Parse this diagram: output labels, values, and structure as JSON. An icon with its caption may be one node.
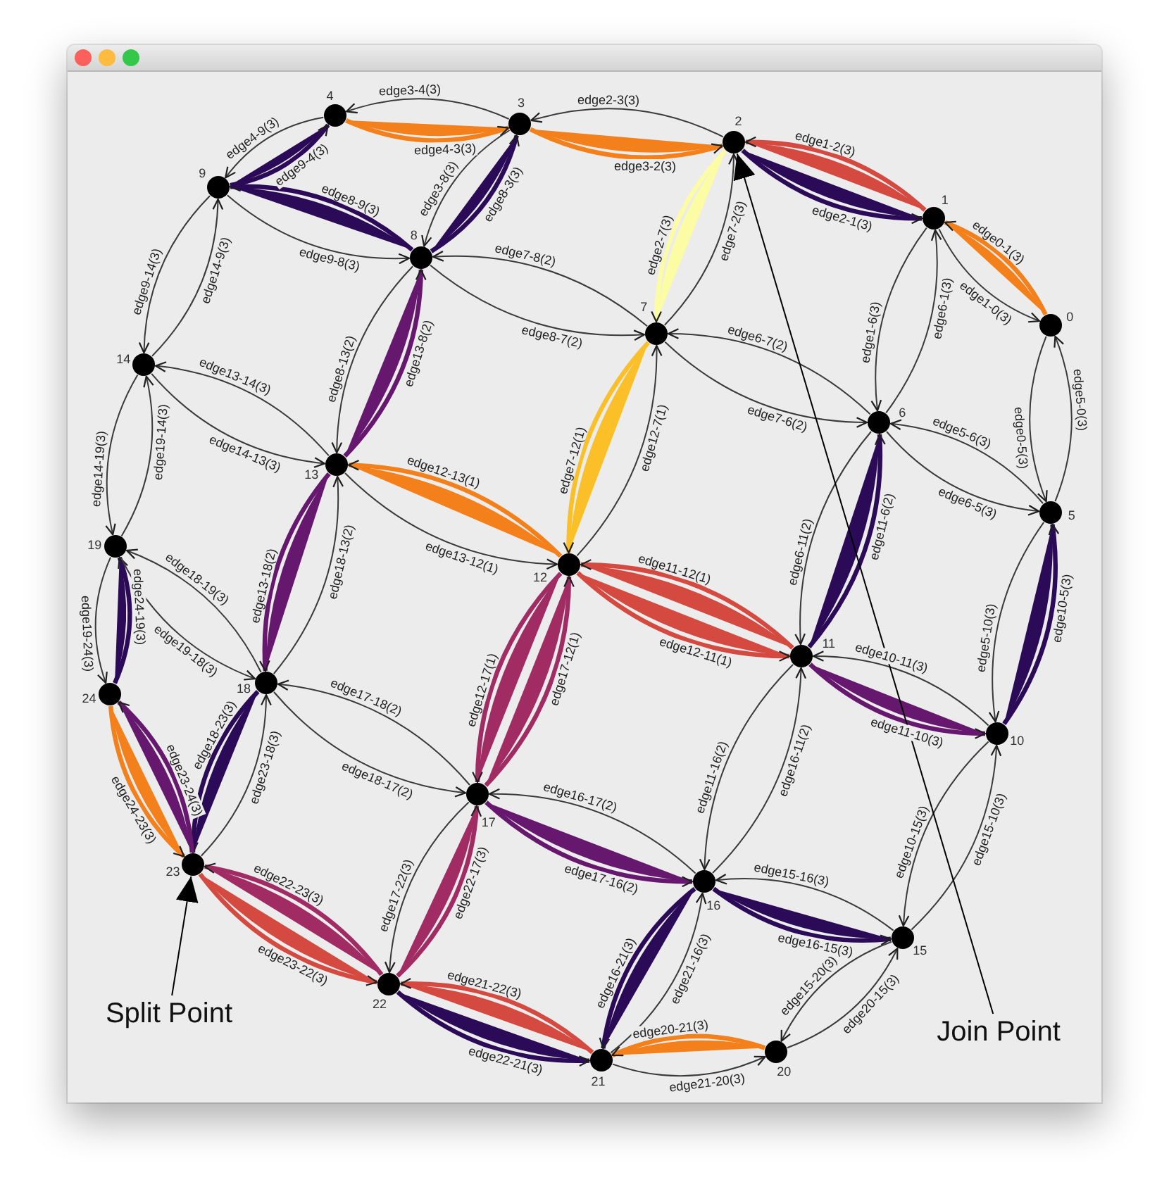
{
  "diagram": {
    "nodes": [
      {
        "text": [],
        "shape": "circle",
        "beside": [
          "0"
        ]
      },
      {
        "text": [],
        "shape": "circle",
        "beside": [
          "1"
        ]
      },
      {
        "text": [],
        "shape": "circle",
        "beside": [
          "2"
        ]
      },
      {
        "text": [],
        "shape": "circle",
        "beside": [
          "3"
        ]
      },
      {
        "text": [],
        "shape": "circle",
        "beside": [
          "4"
        ]
      },
      {
        "text": [],
        "shape": "circle",
        "beside": [
          "5"
        ]
      },
      {
        "text": [],
        "shape": "circle",
        "beside": [
          "6"
        ]
      },
      {
        "text": [],
        "shape": "circle",
        "beside": [
          "7"
        ]
      },
      {
        "text": [],
        "shape": "circle",
        "beside": [
          "8"
        ]
      },
      {
        "text": [],
        "shape": "circle",
        "beside": [
          "9"
        ]
      },
      {
        "text": [],
        "shape": "circle",
        "beside": [
          "10"
        ]
      },
      {
        "text": [],
        "shape": "circle",
        "beside": [
          "11"
        ]
      },
      {
        "text": [],
        "shape": "circle",
        "beside": [
          "12"
        ]
      },
      {
        "text": [],
        "shape": "circle",
        "beside": [
          "13"
        ]
      },
      {
        "text": [],
        "shape": "circle",
        "beside": [
          "14"
        ]
      },
      {
        "text": [],
        "shape": "circle",
        "beside": [
          "15"
        ]
      },
      {
        "text": [],
        "shape": "circle",
        "beside": [
          "16"
        ]
      },
      {
        "text": [],
        "shape": "circle",
        "beside": [
          "17"
        ]
      },
      {
        "text": [],
        "shape": "circle",
        "beside": [
          "18"
        ]
      },
      {
        "text": [],
        "shape": "circle",
        "beside": [
          "19"
        ]
      },
      {
        "text": [],
        "shape": "circle",
        "beside": [
          "20"
        ]
      },
      {
        "text": [],
        "shape": "circle",
        "beside": [
          "21"
        ]
      },
      {
        "text": [],
        "shape": "circle",
        "beside": [
          "22"
        ]
      },
      {
        "text": [],
        "shape": "circle",
        "beside": [
          "23"
        ]
      },
      {
        "text": [],
        "shape": "circle",
        "beside": [
          "24"
        ]
      },
      {
        "text": [
          "Split Point"
        ]
      },
      {
        "text": [
          "Join Point"
        ]
      }
    ],
    "edges": [
      {
        "from": 0,
        "to": 1,
        "arrow": "to",
        "label": "edge0-1(3)",
        "style": "thick",
        "color": "#f3801a"
      },
      {
        "from": 0,
        "to": 5,
        "arrow": "to",
        "label": "edge0-5(3)"
      },
      {
        "from": 1,
        "to": 0,
        "arrow": "to",
        "label": "edge1-0(3)"
      },
      {
        "from": 1,
        "to": 2,
        "arrow": "to",
        "label": "edge1-2(3)",
        "style": "thick",
        "color": "#d44a40"
      },
      {
        "from": 1,
        "to": 6,
        "arrow": "to",
        "label": "edge1-6(3)"
      },
      {
        "from": 2,
        "to": 1,
        "arrow": "to",
        "label": "edge2-1(3)",
        "style": "thick",
        "color": "#2b0b57"
      },
      {
        "from": 2,
        "to": 3,
        "arrow": "to",
        "label": "edge2-3(3)"
      },
      {
        "from": 2,
        "to": 7,
        "arrow": "to",
        "label": "edge2-7(3)",
        "style": "thick",
        "color": "#fbfca4"
      },
      {
        "from": 3,
        "to": 2,
        "arrow": "to",
        "label": "edge3-2(3)",
        "style": "thick",
        "color": "#f3801a"
      },
      {
        "from": 3,
        "to": 4,
        "arrow": "to",
        "label": "edge3-4(3)"
      },
      {
        "from": 3,
        "to": 8,
        "arrow": "to",
        "label": "edge3-8(3)"
      },
      {
        "from": 4,
        "to": 3,
        "arrow": "to",
        "label": "edge4-3(3)",
        "style": "thick",
        "color": "#f3801a"
      },
      {
        "from": 4,
        "to": 9,
        "arrow": "to",
        "label": "edge4-9(3)"
      },
      {
        "from": 5,
        "to": 0,
        "arrow": "to",
        "label": "edge5-0(3)"
      },
      {
        "from": 5,
        "to": 6,
        "arrow": "to",
        "label": "edge5-6(3)"
      },
      {
        "from": 5,
        "to": 10,
        "arrow": "to",
        "label": "edge5-10(3)"
      },
      {
        "from": 6,
        "to": 1,
        "arrow": "to",
        "label": "edge6-1(3)"
      },
      {
        "from": 6,
        "to": 5,
        "arrow": "to",
        "label": "edge6-5(3)"
      },
      {
        "from": 6,
        "to": 7,
        "arrow": "to",
        "label": "edge6-7(2)"
      },
      {
        "from": 6,
        "to": 11,
        "arrow": "to",
        "label": "edge6-11(2)"
      },
      {
        "from": 7,
        "to": 2,
        "arrow": "to",
        "label": "edge7-2(3)"
      },
      {
        "from": 7,
        "to": 6,
        "arrow": "to",
        "label": "edge7-6(2)"
      },
      {
        "from": 7,
        "to": 8,
        "arrow": "to",
        "label": "edge7-8(2)"
      },
      {
        "from": 7,
        "to": 12,
        "arrow": "to",
        "label": "edge7-12(1)",
        "style": "thick",
        "color": "#fbbf27"
      },
      {
        "from": 8,
        "to": 3,
        "arrow": "to",
        "label": "edge8-3(3)",
        "style": "thick",
        "color": "#2b0b57"
      },
      {
        "from": 8,
        "to": 7,
        "arrow": "to",
        "label": "edge8-7(2)"
      },
      {
        "from": 8,
        "to": 9,
        "arrow": "to",
        "label": "edge8-9(3)",
        "style": "thick",
        "color": "#2b0b57"
      },
      {
        "from": 8,
        "to": 13,
        "arrow": "to",
        "label": "edge8-13(2)"
      },
      {
        "from": 9,
        "to": 4,
        "arrow": "to",
        "label": "edge9-4(3)",
        "style": "thick",
        "color": "#2b0b57"
      },
      {
        "from": 9,
        "to": 8,
        "arrow": "to",
        "label": "edge9-8(3)"
      },
      {
        "from": 9,
        "to": 14,
        "arrow": "to",
        "label": "edge9-14(3)"
      },
      {
        "from": 10,
        "to": 5,
        "arrow": "to",
        "label": "edge10-5(3)",
        "style": "thick",
        "color": "#2b0b57"
      },
      {
        "from": 10,
        "to": 11,
        "arrow": "to",
        "label": "edge10-11(3)"
      },
      {
        "from": 10,
        "to": 15,
        "arrow": "to",
        "label": "edge10-15(3)"
      },
      {
        "from": 11,
        "to": 6,
        "arrow": "to",
        "label": "edge11-6(2)",
        "style": "thick",
        "color": "#2b0b57"
      },
      {
        "from": 11,
        "to": 10,
        "arrow": "to",
        "label": "edge11-10(3)",
        "style": "thick",
        "color": "#66186e"
      },
      {
        "from": 11,
        "to": 12,
        "arrow": "to",
        "label": "edge11-12(1)",
        "style": "thick",
        "color": "#d44a40"
      },
      {
        "from": 11,
        "to": 16,
        "arrow": "to",
        "label": "edge11-16(2)"
      },
      {
        "from": 12,
        "to": 7,
        "arrow": "to",
        "label": "edge12-7(1)"
      },
      {
        "from": 12,
        "to": 11,
        "arrow": "to",
        "label": "edge12-11(1)",
        "style": "thick",
        "color": "#d44a40"
      },
      {
        "from": 12,
        "to": 13,
        "arrow": "to",
        "label": "edge12-13(1)",
        "style": "thick",
        "color": "#f3801a"
      },
      {
        "from": 12,
        "to": 17,
        "arrow": "to",
        "label": "edge12-17(1)",
        "style": "thick",
        "color": "#a02c63"
      },
      {
        "from": 13,
        "to": 8,
        "arrow": "to",
        "label": "edge13-8(2)",
        "style": "thick",
        "color": "#66186e"
      },
      {
        "from": 13,
        "to": 12,
        "arrow": "to",
        "label": "edge13-12(1)"
      },
      {
        "from": 13,
        "to": 14,
        "arrow": "to",
        "label": "edge13-14(3)"
      },
      {
        "from": 13,
        "to": 18,
        "arrow": "to",
        "label": "edge13-18(2)",
        "style": "thick",
        "color": "#66186e"
      },
      {
        "from": 14,
        "to": 9,
        "arrow": "to",
        "label": "edge14-9(3)"
      },
      {
        "from": 14,
        "to": 13,
        "arrow": "to",
        "label": "edge14-13(3)"
      },
      {
        "from": 14,
        "to": 19,
        "arrow": "to",
        "label": "edge14-19(3)"
      },
      {
        "from": 15,
        "to": 10,
        "arrow": "to",
        "label": "edge15-10(3)"
      },
      {
        "from": 15,
        "to": 16,
        "arrow": "to",
        "label": "edge15-16(3)"
      },
      {
        "from": 15,
        "to": 20,
        "arrow": "to",
        "label": "edge15-20(3)"
      },
      {
        "from": 16,
        "to": 11,
        "arrow": "to",
        "label": "edge16-11(2)"
      },
      {
        "from": 16,
        "to": 15,
        "arrow": "to",
        "label": "edge16-15(3)",
        "style": "thick",
        "color": "#2b0b57"
      },
      {
        "from": 16,
        "to": 17,
        "arrow": "to",
        "label": "edge16-17(2)"
      },
      {
        "from": 16,
        "to": 21,
        "arrow": "to",
        "label": "edge16-21(3)",
        "style": "thick",
        "color": "#2b0b57"
      },
      {
        "from": 17,
        "to": 12,
        "arrow": "to",
        "label": "edge17-12(1)",
        "style": "thick",
        "color": "#a02c63"
      },
      {
        "from": 17,
        "to": 16,
        "arrow": "to",
        "label": "edge17-16(2)",
        "style": "thick",
        "color": "#66186e"
      },
      {
        "from": 17,
        "to": 18,
        "arrow": "to",
        "label": "edge17-18(2)"
      },
      {
        "from": 17,
        "to": 22,
        "arrow": "to",
        "label": "edge17-22(3)"
      },
      {
        "from": 18,
        "to": 13,
        "arrow": "to",
        "label": "edge18-13(2)"
      },
      {
        "from": 18,
        "to": 17,
        "arrow": "to",
        "label": "edge18-17(2)"
      },
      {
        "from": 18,
        "to": 19,
        "arrow": "to",
        "label": "edge18-19(3)"
      },
      {
        "from": 18,
        "to": 23,
        "arrow": "to",
        "label": "edge18-23(3)",
        "style": "thick",
        "color": "#2b0b57"
      },
      {
        "from": 19,
        "to": 14,
        "arrow": "to",
        "label": "edge19-14(3)"
      },
      {
        "from": 19,
        "to": 18,
        "arrow": "to",
        "label": "edge19-18(3)"
      },
      {
        "from": 19,
        "to": 24,
        "arrow": "to",
        "label": "edge19-24(3)"
      },
      {
        "from": 20,
        "to": 15,
        "arrow": "to",
        "label": "edge20-15(3)"
      },
      {
        "from": 20,
        "to": 21,
        "arrow": "to",
        "label": "edge20-21(3)",
        "style": "thick",
        "color": "#f3801a"
      },
      {
        "from": 21,
        "to": 16,
        "arrow": "to",
        "label": "edge21-16(3)"
      },
      {
        "from": 21,
        "to": 20,
        "arrow": "to",
        "label": "edge21-20(3)"
      },
      {
        "from": 21,
        "to": 22,
        "arrow": "to",
        "label": "edge21-22(3)",
        "style": "thick",
        "color": "#d44a40"
      },
      {
        "from": 22,
        "to": 17,
        "arrow": "to",
        "label": "edge22-17(3)",
        "style": "thick",
        "color": "#a02c63"
      },
      {
        "from": 22,
        "to": 21,
        "arrow": "to",
        "label": "edge22-21(3)",
        "style": "thick",
        "color": "#2b0b57"
      },
      {
        "from": 22,
        "to": 23,
        "arrow": "to",
        "label": "edge22-23(3)",
        "style": "thick",
        "color": "#a02c63"
      },
      {
        "from": 23,
        "to": 18,
        "arrow": "to",
        "label": "edge23-18(3)"
      },
      {
        "from": 23,
        "to": 22,
        "arrow": "to",
        "label": "edge23-22(3)",
        "style": "thick",
        "color": "#d44a40"
      },
      {
        "from": 23,
        "to": 24,
        "arrow": "to",
        "label": "edge23-24(3)",
        "style": "thick",
        "color": "#66186e"
      },
      {
        "from": 24,
        "to": 19,
        "arrow": "to",
        "label": "edge24-19(3)",
        "style": "thick",
        "color": "#2b0b57"
      },
      {
        "from": 24,
        "to": 23,
        "arrow": "to",
        "label": "edge24-23(3)",
        "style": "thick",
        "color": "#f3801a"
      },
      {
        "from": 25,
        "to": 23,
        "arrow": "to"
      },
      {
        "from": 26,
        "to": 2,
        "arrow": "to"
      }
    ]
  }
}
